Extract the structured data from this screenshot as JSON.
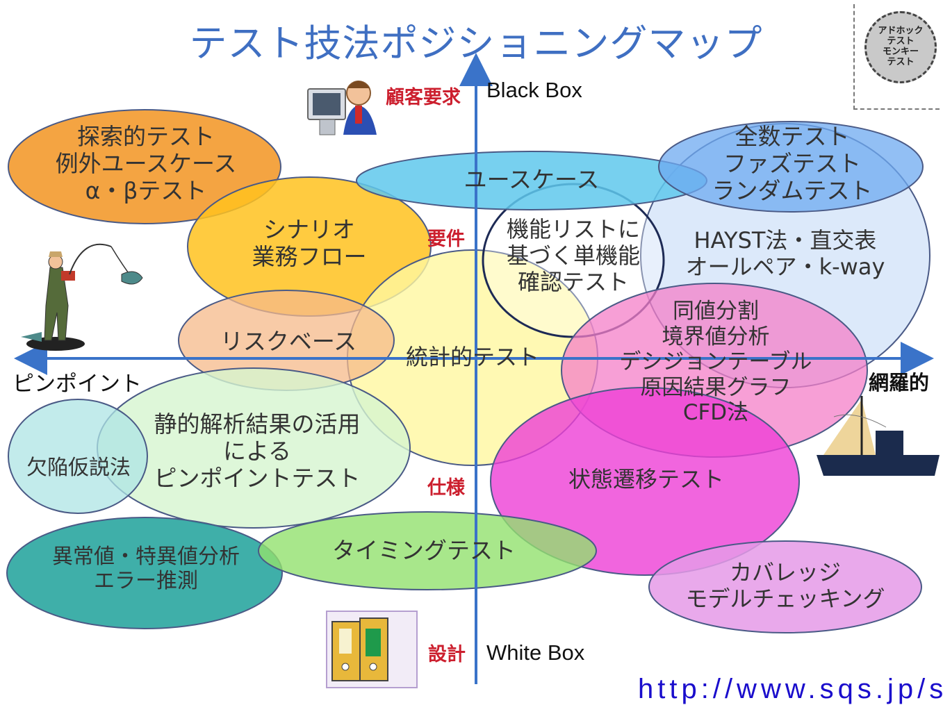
{
  "title": "テスト技法ポジショニングマップ",
  "axes": {
    "top_red": "顧客要求",
    "top_black": "Black Box",
    "bottom_red": "設計",
    "bottom_black": "White Box",
    "left": "ピンポイント",
    "right": "網羅的",
    "mid_upper": "要件",
    "mid_lower": "仕様"
  },
  "badge": "アドホック\nテスト\nモンキー\nテスト",
  "bubbles": [
    {
      "id": "exploratory",
      "text": "探索的テスト\n例外ユースケース\nα・βテスト",
      "color": "#f39a2e"
    },
    {
      "id": "scenario",
      "text": "シナリオ\n業務フロー",
      "color": "#ffc21f"
    },
    {
      "id": "usecase",
      "text": "ユースケース",
      "color": "#5fc8ec"
    },
    {
      "id": "exhaustive",
      "text": "全数テスト\nファズテスト\nランダムテスト",
      "color": "#6ea9f0"
    },
    {
      "id": "functional",
      "text": "機能リストに\n基づく単機能\n確認テスト",
      "color": "#ffffff"
    },
    {
      "id": "hayst",
      "text": "HAYST法・直交表\nオールペア・k-way",
      "color": "#bfd7f5"
    },
    {
      "id": "riskbased",
      "text": "リスクベース",
      "color": "#f6b98a"
    },
    {
      "id": "statistical",
      "text": "統計的テスト",
      "color": "#fff7a0"
    },
    {
      "id": "equivalence",
      "text": "同値分割\n境界値分析\nデシジョンテーブル\n原因結果グラフ\nCFD法",
      "color": "#f47fc8"
    },
    {
      "id": "static",
      "text": "静的解析結果の活用\nによる\nピンポイントテスト",
      "color": "#d6f5cf"
    },
    {
      "id": "hypothesis",
      "text": "欠陥仮説法",
      "color": "#aee4e4"
    },
    {
      "id": "state",
      "text": "状態遷移テスト",
      "color": "#ee3fd6"
    },
    {
      "id": "anomaly",
      "text": "異常値・特異値分析\nエラー推測",
      "color": "#2aa6a0"
    },
    {
      "id": "timing",
      "text": "タイミングテスト",
      "color": "#92e16e"
    },
    {
      "id": "coverage",
      "text": "カバレッジ\nモデルチェッキング",
      "color": "#e59ae8"
    }
  ],
  "url_text": "http://www.sqs.jp/sp"
}
